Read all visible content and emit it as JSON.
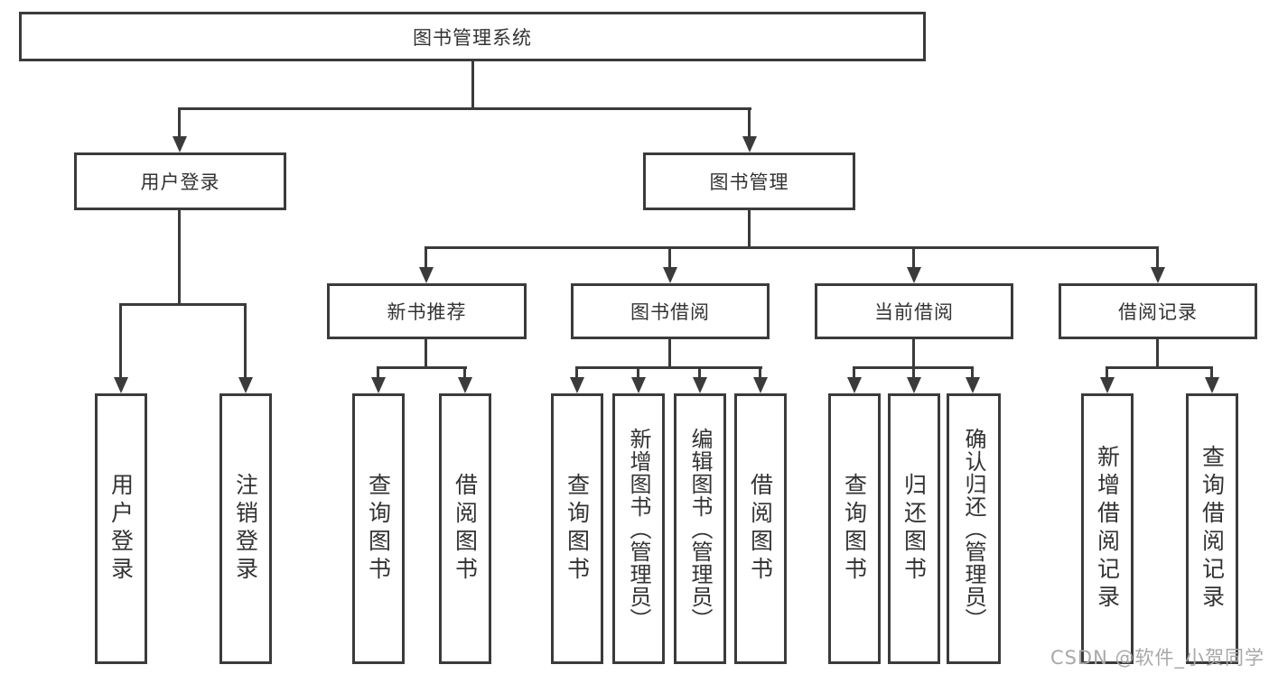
{
  "diagram": {
    "root": {
      "label": "图书管理系统"
    },
    "branches": [
      {
        "label": "用户登录",
        "children": [
          {
            "label": "用户登录"
          },
          {
            "label": "注销登录"
          }
        ]
      },
      {
        "label": "图书管理",
        "children": [
          {
            "label": "新书推荐",
            "children": [
              {
                "label": "查询图书"
              },
              {
                "label": "借阅图书"
              }
            ]
          },
          {
            "label": "图书借阅",
            "children": [
              {
                "label": "查询图书"
              },
              {
                "label": "新增图书（管理员）"
              },
              {
                "label": "编辑图书（管理员）"
              },
              {
                "label": "借阅图书"
              }
            ]
          },
          {
            "label": "当前借阅",
            "children": [
              {
                "label": "查询图书"
              },
              {
                "label": "归还图书"
              },
              {
                "label": "确认归还（管理员）"
              }
            ]
          },
          {
            "label": "借阅记录",
            "children": [
              {
                "label": "新增借阅记录"
              },
              {
                "label": "查询借阅记录"
              }
            ]
          }
        ]
      }
    ]
  },
  "watermark": {
    "text": "CSDN @软件_小贺同学",
    "color": "#a8a8a8"
  },
  "colors": {
    "line": "#3b3b3b",
    "text": "#333333",
    "background": "#ffffff"
  }
}
